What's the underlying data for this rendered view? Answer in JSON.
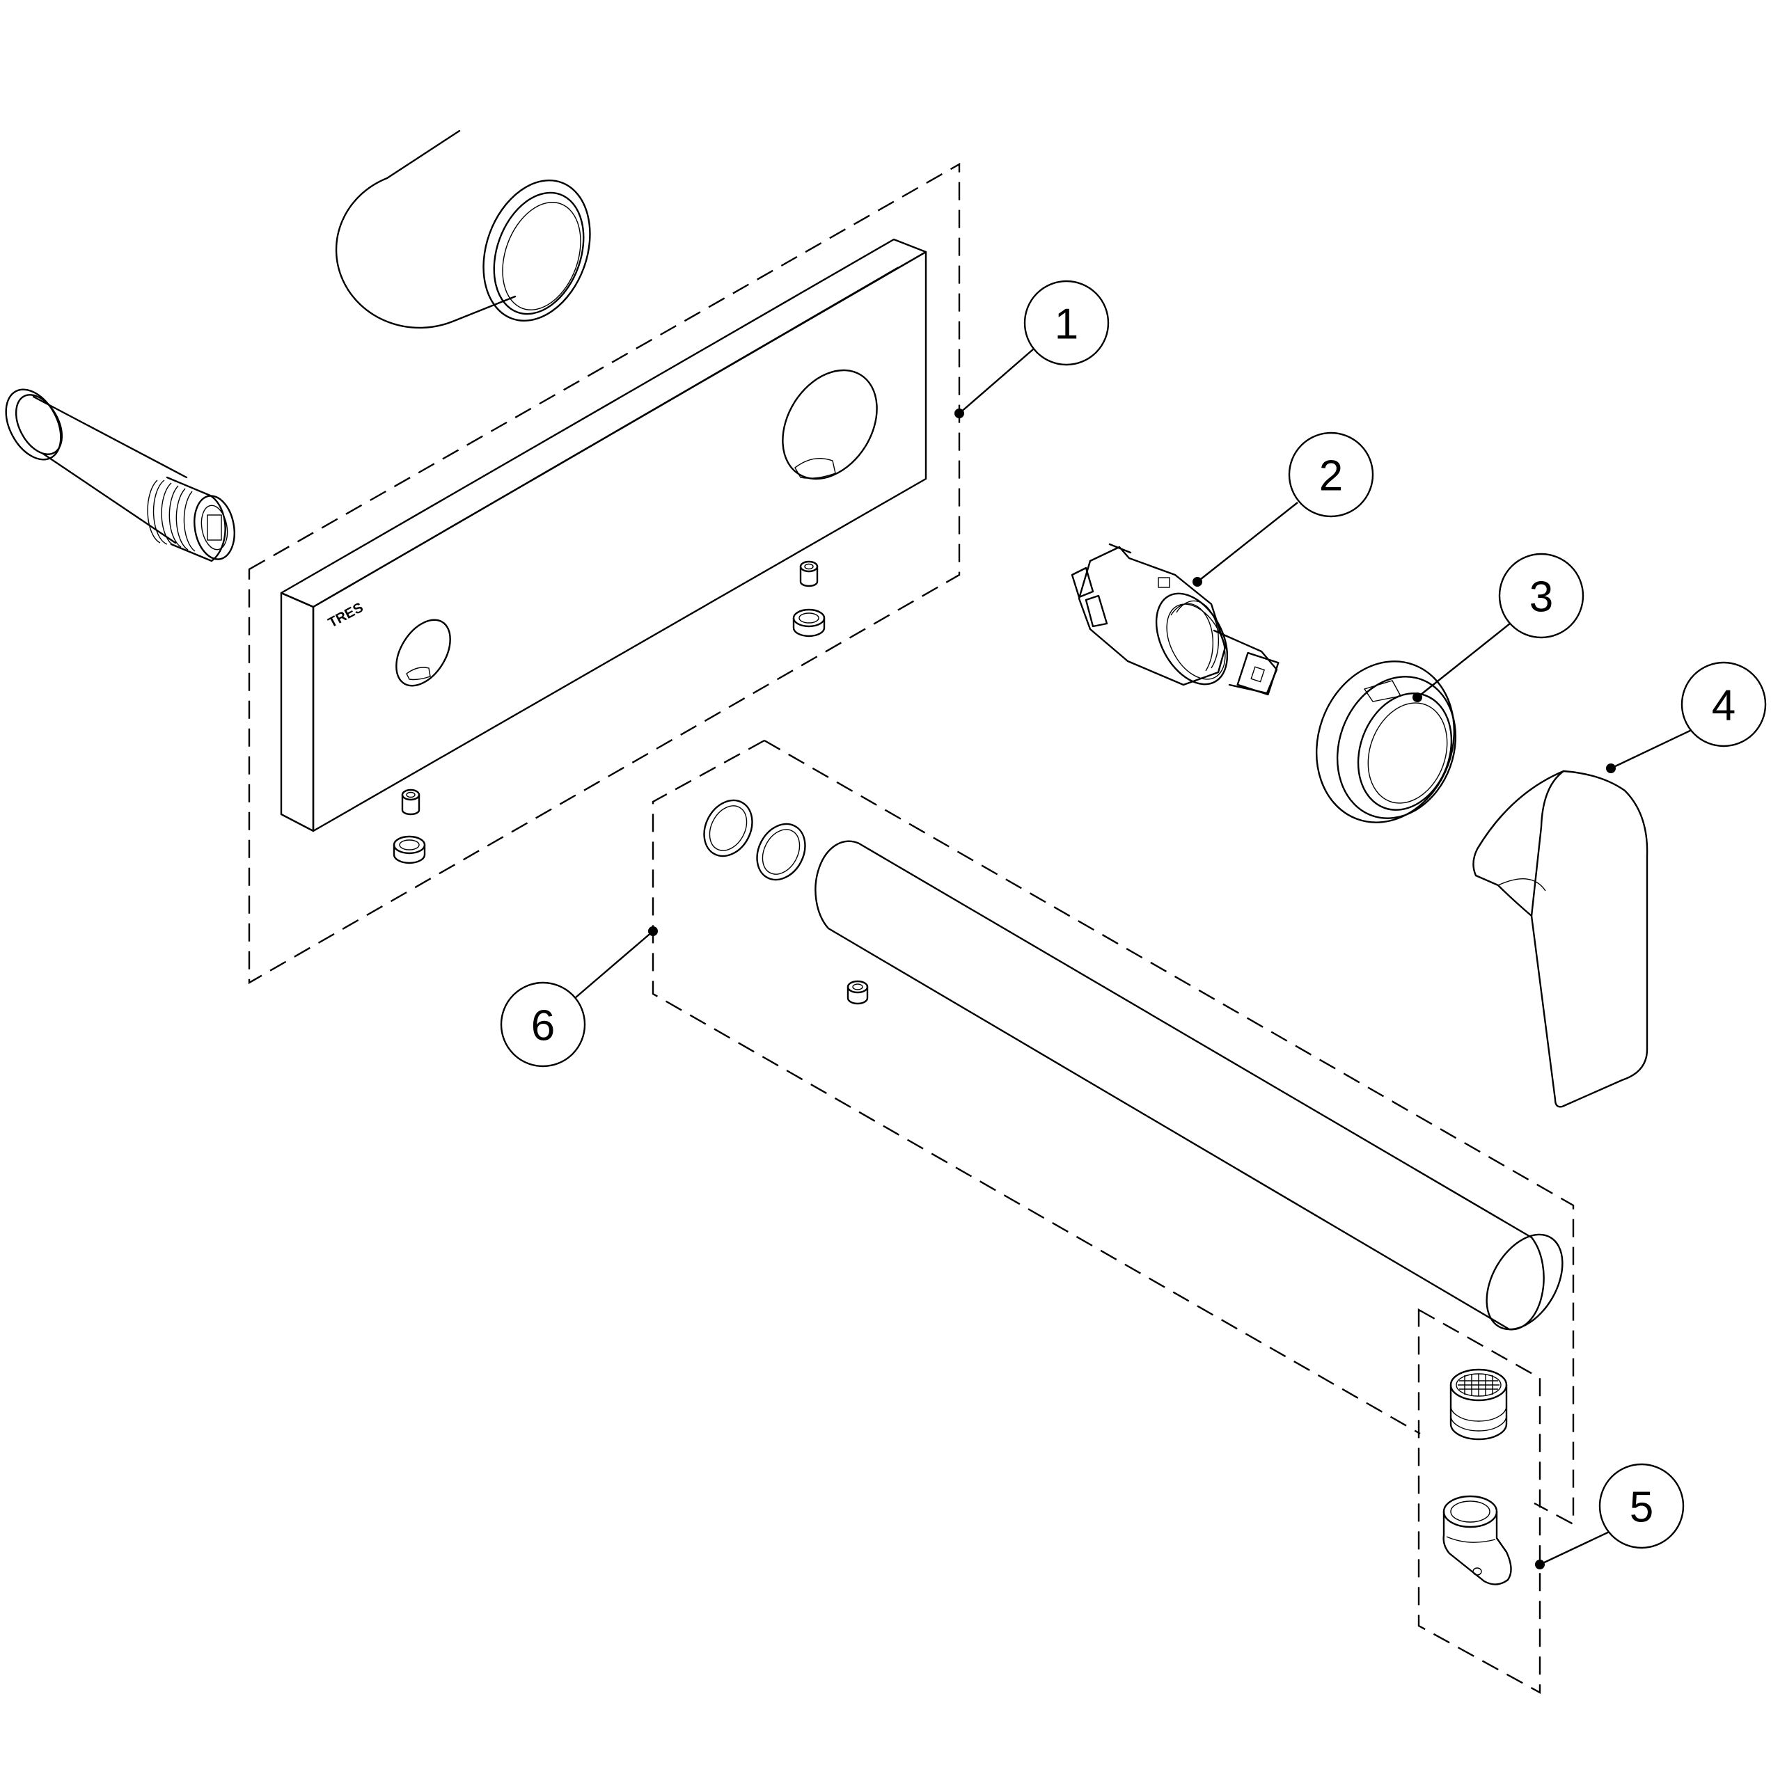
{
  "diagram": {
    "brand_text": "TRES",
    "callouts": [
      {
        "id": "1",
        "label": "1"
      },
      {
        "id": "2",
        "label": "2"
      },
      {
        "id": "3",
        "label": "3"
      },
      {
        "id": "4",
        "label": "4"
      },
      {
        "id": "5",
        "label": "5"
      },
      {
        "id": "6",
        "label": "6"
      }
    ]
  }
}
